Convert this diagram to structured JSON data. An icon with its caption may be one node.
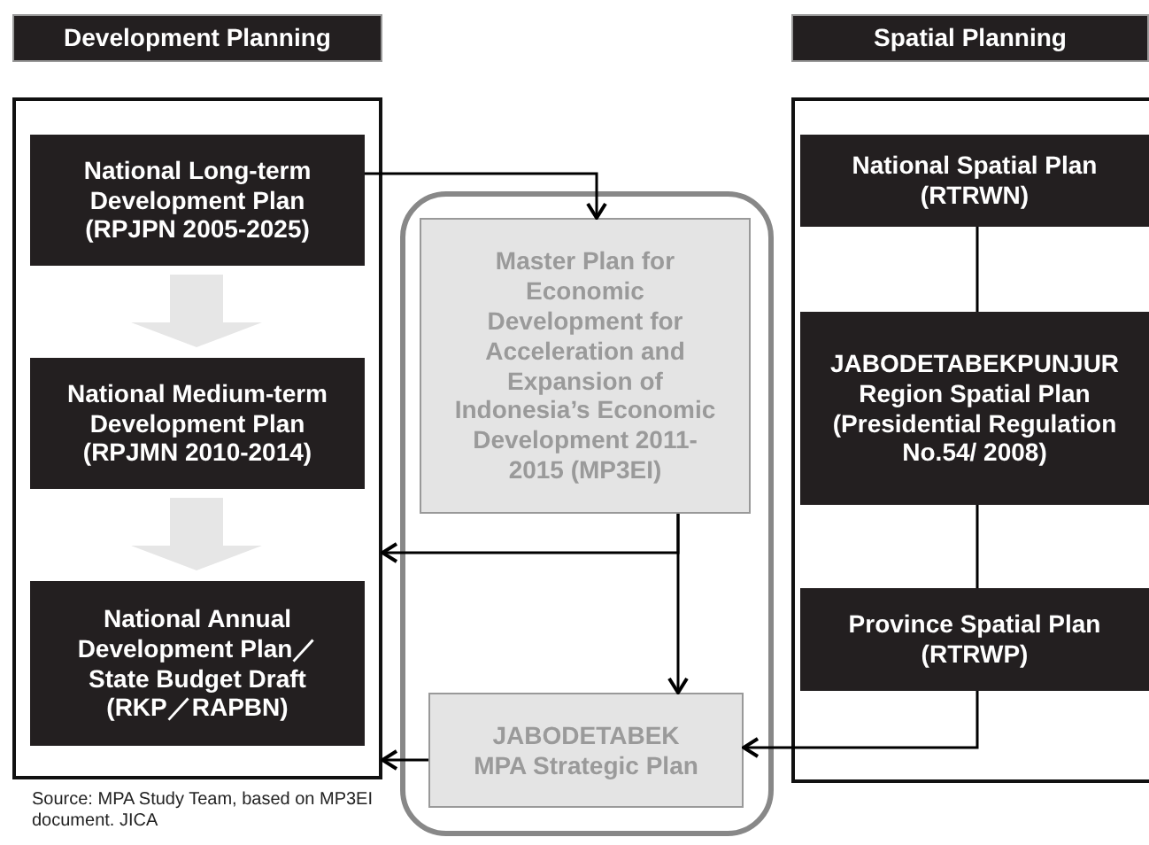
{
  "diagram": {
    "nodes": [
      {
        "text": [
          "Development Planning"
        ]
      },
      {
        "text": [],
        "shape": "box"
      },
      {
        "text": [
          "National Long-term Development Plan (RPJPN 2005-2025)"
        ],
        "in": 1
      },
      {
        "text": [
          "National Medium-term Development Plan (RPJMN 2010-2014)"
        ],
        "in": 1
      },
      {
        "text": [
          "National Annual Development Plan／State Budget Draft (RKP／RAPBN)"
        ],
        "in": 1
      },
      {
        "text": [
          "Spatial Planning"
        ]
      },
      {
        "text": [],
        "shape": "box"
      },
      {
        "text": [
          "National Spatial Plan (RTRWN)"
        ],
        "in": 6
      },
      {
        "text": [
          "JABODETABEKPUNJUR Region Spatial Plan (Presidential Regulation No.54/  2008)"
        ],
        "in": 6
      },
      {
        "text": [
          "Province Spatial Plan (RTRWP)"
        ],
        "in": 6
      },
      {
        "text": [],
        "shape": "box"
      },
      {
        "text": [
          "Master Plan for Economic Development for Acceleration and Expansion of Indonesia’s Economic Development 2011-2015 (MP3EI)"
        ],
        "in": 10
      },
      {
        "text": [
          "JABODETABEK MPA Strategic Plan"
        ],
        "in": 10
      }
    ],
    "edges": [
      {
        "from": 2,
        "to": 3,
        "arrow": "to",
        "style": "thick",
        "color": "#e6e6e6"
      },
      {
        "from": 3,
        "to": 4,
        "arrow": "to",
        "style": "thick",
        "color": "#e6e6e6"
      },
      {
        "from": 2,
        "to": 11,
        "arrow": "to"
      },
      {
        "from": 11,
        "to": 1,
        "arrow": "to"
      },
      {
        "from": 11,
        "to": 12,
        "arrow": "to"
      },
      {
        "from": 12,
        "to": 1,
        "arrow": "to"
      },
      {
        "from": 9,
        "to": 12,
        "arrow": "to"
      },
      {
        "from": 7,
        "to": 8,
        "arrow": "none"
      },
      {
        "from": 8,
        "to": 9,
        "arrow": "none"
      }
    ],
    "labels": [
      "Source: MPA Study Team, based on MP3EI document. JICA"
    ]
  }
}
